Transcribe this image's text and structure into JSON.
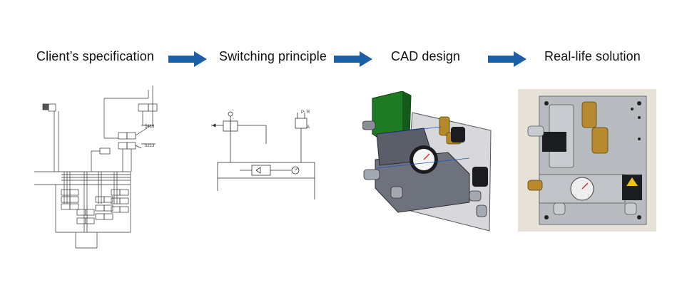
{
  "steps": [
    {
      "title": "Client’s specification"
    },
    {
      "title": "Switching principle"
    },
    {
      "title": "CAD design"
    },
    {
      "title": "Real-life solution"
    }
  ],
  "arrows": [
    {
      "icon": "right-arrow-icon"
    },
    {
      "icon": "right-arrow-icon"
    },
    {
      "icon": "right-arrow-icon"
    }
  ],
  "colors": {
    "arrow": "#1a5fa8",
    "text": "#111111"
  },
  "schematic_labels": {
    "label_5416": "5416",
    "label_5213": "5213"
  },
  "principle_labels": {
    "port_p": "P",
    "port_r": "R",
    "port_a": "A"
  }
}
